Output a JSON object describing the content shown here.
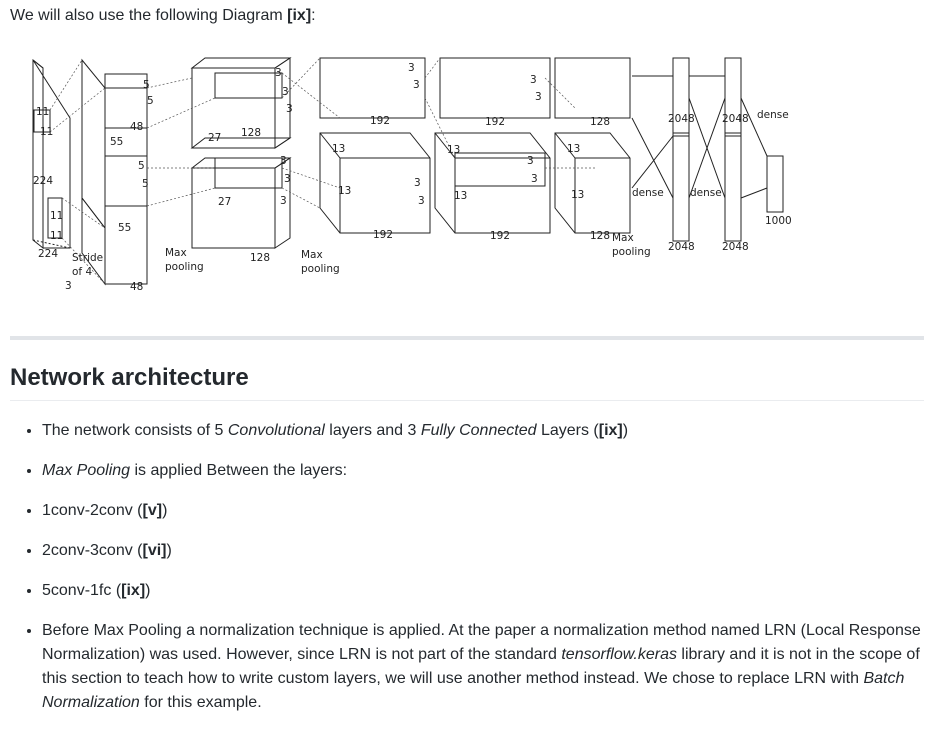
{
  "intro": {
    "before": "We will also use the following Diagram ",
    "ref": "[ix]",
    "after": ":"
  },
  "diagram": {
    "labels": {
      "l224a": "224",
      "l224b": "224",
      "l3": "3",
      "l11a": "11",
      "l11b": "11",
      "l11c": "11",
      "l11d": "11",
      "stride1": "Stride",
      "stride2": "of 4",
      "l55a": "55",
      "l55b": "55",
      "l48a": "48",
      "l48b": "48",
      "l5a": "5",
      "l5b": "5",
      "l5c": "5",
      "l5d": "5",
      "l27a": "27",
      "l27b": "27",
      "l128a": "128",
      "l128b": "128",
      "l3a": "3",
      "l3b": "3",
      "l3c": "3",
      "l3d": "3",
      "l3e": "3",
      "l3f": "3",
      "maxp1a": "Max",
      "maxp1b": "pooling",
      "maxp2a": "Max",
      "maxp2b": "pooling",
      "l13a": "13",
      "l13b": "13",
      "l192a": "192",
      "l192b": "192",
      "l3g": "3",
      "l3h": "3",
      "l3i": "3",
      "l3j": "3",
      "l13c": "13",
      "l13d": "13",
      "l192c": "192",
      "l192d": "192",
      "l3k": "3",
      "l3l": "3",
      "l3m": "3",
      "l3n": "3",
      "l13e": "13",
      "l13f": "13",
      "l128c": "128",
      "l128d": "128",
      "maxp3a": "Max",
      "maxp3b": "pooling",
      "dense1": "dense",
      "dense2": "dense",
      "dense3": "dense",
      "l2048a": "2048",
      "l2048b": "2048",
      "l2048c": "2048",
      "l2048d": "2048",
      "l1000": "1000"
    }
  },
  "section": {
    "title": "Network architecture"
  },
  "bullets": {
    "b1": {
      "t1": "The network consists of 5 ",
      "i1": "Convolutional",
      "t2": " layers and 3 ",
      "i2": "Fully Connected",
      "t3": " Layers (",
      "ref": "[ix]",
      "t4": ")"
    },
    "b2": {
      "i1": "Max Pooling",
      "t1": " is applied Between the layers:"
    },
    "b3": {
      "t1": "1conv-2conv (",
      "ref": "[v]",
      "t2": ")"
    },
    "b4": {
      "t1": "2conv-3conv (",
      "ref": "[vi]",
      "t2": ")"
    },
    "b5": {
      "t1": "5conv-1fc (",
      "ref": "[ix]",
      "t2": ")"
    },
    "b6": {
      "t1": "Before Max Pooling a normalization technique is applied. At the paper a normalization method named LRN (Local Response Normalization) was used. However, since LRN is not part of the standard ",
      "i1": "tensorflow.keras",
      "t2": " library and it is not in the scope of this section to teach how to write custom layers, we will use another method instead. We chose to replace LRN with ",
      "i2": "Batch Normalization",
      "t3": " for this example."
    }
  }
}
